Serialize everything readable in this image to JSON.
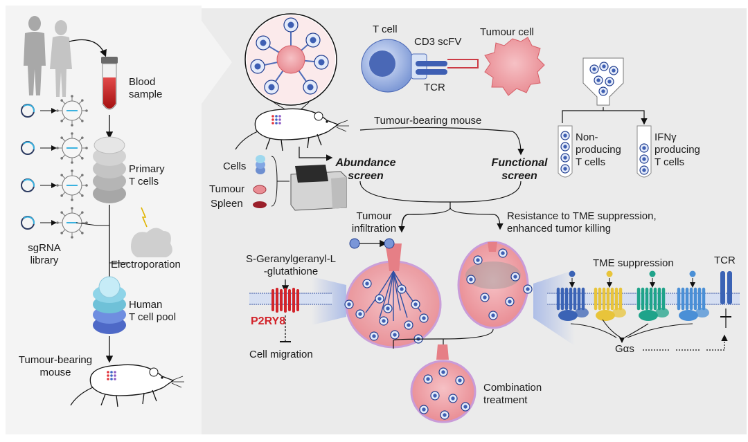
{
  "left_panel": {
    "blood_sample": "Blood\nsample",
    "primary_t_cells": "Primary\nT cells",
    "sgrna_library": "sgRNA\nlibrary",
    "electroporation": "Electroporation",
    "human_t_cell_pool": "Human\nT cell pool",
    "tumour_bearing_mouse": "Tumour-bearing\nmouse"
  },
  "top": {
    "t_cell": "T cell",
    "cd3_scfv": "CD3 scFV",
    "tumour_cell": "Tumour cell",
    "tcr": "TCR",
    "tumour_bearing_mouse": "Tumour-bearing mouse",
    "non_producing": "Non-\nproducing\nT cells",
    "ifng_producing": "IFNγ\nproducing\nT cells"
  },
  "screens": {
    "abundance": "Abundance\nscreen",
    "functional": "Functional\nscreen"
  },
  "sorter": {
    "cells": "Cells",
    "tumour": "Tumour",
    "spleen": "Spleen"
  },
  "outcomes": {
    "tumour_infiltration": "Tumour\ninfiltration",
    "resistance": "Resistance to TME suppression,\nenhanced tumor killing"
  },
  "pathway_left": {
    "ligand": "S-Geranylgeranyl-L\n-glutathione",
    "receptor": "P2RY8",
    "effect": "Cell migration"
  },
  "pathway_right": {
    "title": "TME suppression",
    "tcr": "TCR",
    "gas": "Gαs"
  },
  "combination": "Combination\ntreatment",
  "colors": {
    "left_panel_bg": "#f4f4f4",
    "right_panel_bg": "#ececec",
    "tumour_pink": "#e67f86",
    "t_cell_blue": "#6e8fd0",
    "receptor_red": "#d2232a",
    "receptor_blue": "#3b63b5",
    "receptor_yellow": "#e8c43a",
    "receptor_teal": "#1fa38a"
  }
}
